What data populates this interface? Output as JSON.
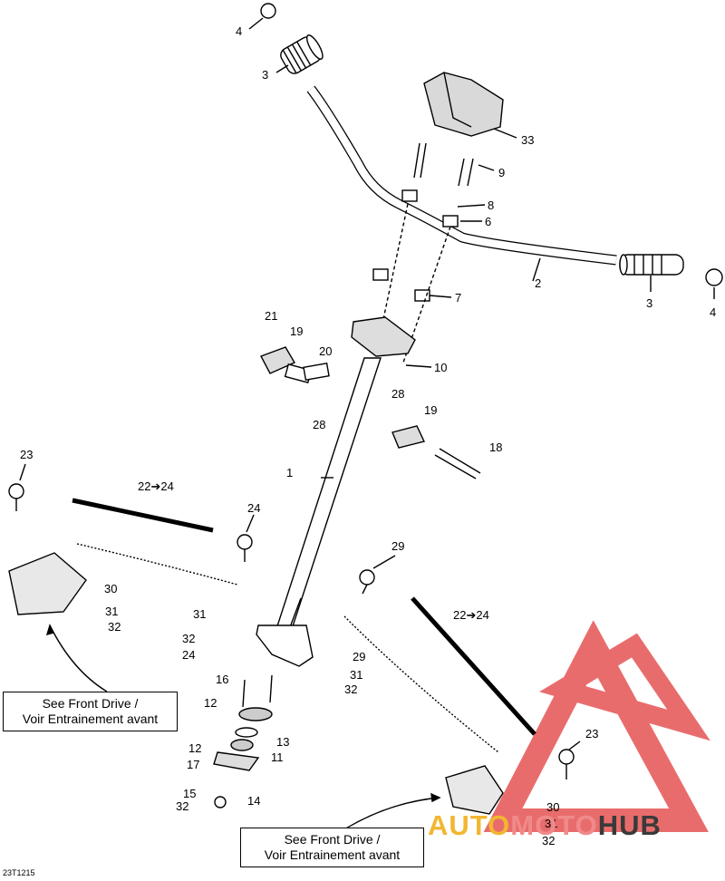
{
  "callouts": [
    "4",
    "3",
    "33",
    "9",
    "8",
    "6",
    "2",
    "3",
    "4",
    "7",
    "21",
    "19",
    "20",
    "10",
    "28",
    "28",
    "19",
    "18",
    "1",
    "23",
    "22➔24",
    "24",
    "30",
    "31",
    "32",
    "29",
    "31",
    "32",
    "24",
    "29",
    "31",
    "32",
    "22➔24",
    "16",
    "12",
    "13",
    "11",
    "12",
    "17",
    "15",
    "14",
    "32",
    "23",
    "30",
    "31",
    "32"
  ],
  "notes": [
    {
      "line1": "See Front Drive /",
      "line2": "Voir Entrainement avant"
    },
    {
      "line1": "See Front Drive /",
      "line2": "Voir Entrainement avant"
    }
  ],
  "drawing_code": "23T1215",
  "watermark": {
    "part1": "AUTO",
    "part2": "MOTO",
    "part3": "HUB",
    "color1": "#f2b632",
    "color2": "#f08a8a",
    "color3": "#3a3a3a"
  },
  "colors": {
    "line": "#000000",
    "part_fill": "#ffffff",
    "shade": "#d9d9d9",
    "watermark_red": "#e23b3b"
  }
}
